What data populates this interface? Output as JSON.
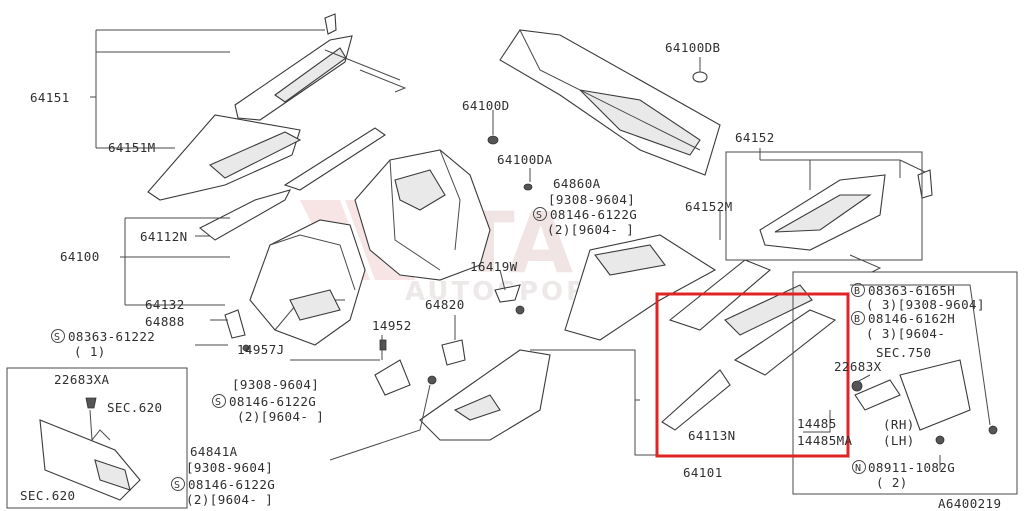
{
  "watermark": {
    "brand": "ETA",
    "sub": "AUTOSPORT"
  },
  "highlight_color": "#e02424",
  "labels": {
    "p64151": "64151",
    "p64151m": "64151M",
    "p64100": "64100",
    "p64112n": "64112N",
    "p64132": "64132",
    "p64888": "64888",
    "s_08363_61222": "08363-61222",
    "s_08363_61222_qty": "( 1)",
    "p64100d": "64100D",
    "p64100da": "64100DA",
    "p64100db": "64100DB",
    "p64860a": "64860A",
    "p64860a_range": "[9308-9604]",
    "s_08146_6122g_a": "08146-6122G",
    "s_08146_6122g_a_qty": "(2)[9604-   ]",
    "p16419w": "16419W",
    "p64152": "64152",
    "p64152m": "64152M",
    "p64820": "64820",
    "p14952": "14952",
    "p14957j": "14957J",
    "p14957j_range": "[9308-9604]",
    "s_08146_6122g_b": "08146-6122G",
    "s_08146_6122g_b_qty": "(2)[9604-   ]",
    "p22683xa": "22683XA",
    "sec620a": "SEC.620",
    "sec620b": "SEC.620",
    "p64841a": "64841A",
    "p64841a_range": "[9308-9604]",
    "s_08146_6122g_c": "08146-6122G",
    "s_08146_6122g_c_qty": "(2)[9604-   ]",
    "p64113n": "64113N",
    "p64101": "64101",
    "p14485": "14485",
    "p14485ma": "14485MA",
    "rh": "(RH)",
    "lh": "(LH)",
    "p22683x": "22683X",
    "sec750": "SEC.750",
    "b_08363_6165h": "08363-6165H",
    "b_08363_6165h_qty": "( 3)[9308-9604]",
    "b_08146_6162h": "08146-6162H",
    "b_08146_6162h_qty": "( 3)[9604-   ",
    "n_08911_1082g": "08911-1082G",
    "n_08911_1082g_qty": "( 2)",
    "diagram_id": "A6400219"
  },
  "symbols": {
    "S": "S",
    "B": "B",
    "N": "N"
  }
}
